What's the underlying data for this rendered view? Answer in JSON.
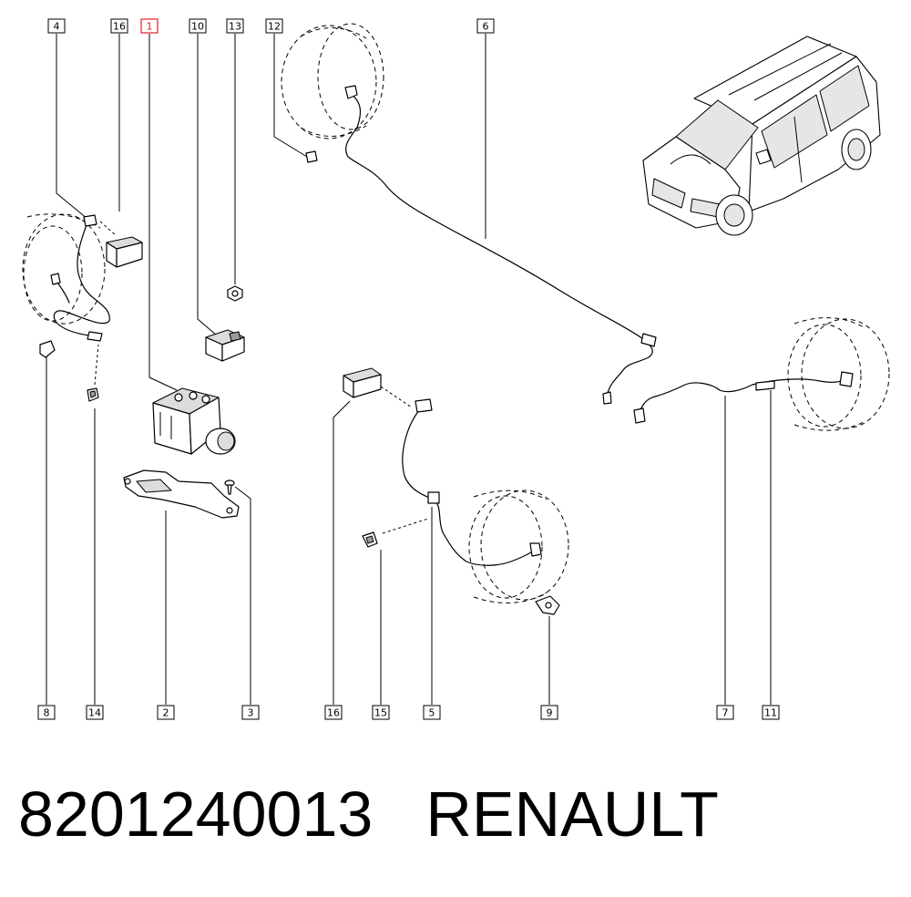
{
  "callouts": {
    "top": [
      "4",
      "16",
      "1",
      "10",
      "13",
      "12",
      "6"
    ],
    "bottom": [
      "8",
      "14",
      "2",
      "3",
      "16",
      "15",
      "5",
      "9",
      "7",
      "11"
    ]
  },
  "highlight_color": "#e0202a",
  "footer": {
    "part_number": "8201240013",
    "brand": "RENAULT"
  }
}
